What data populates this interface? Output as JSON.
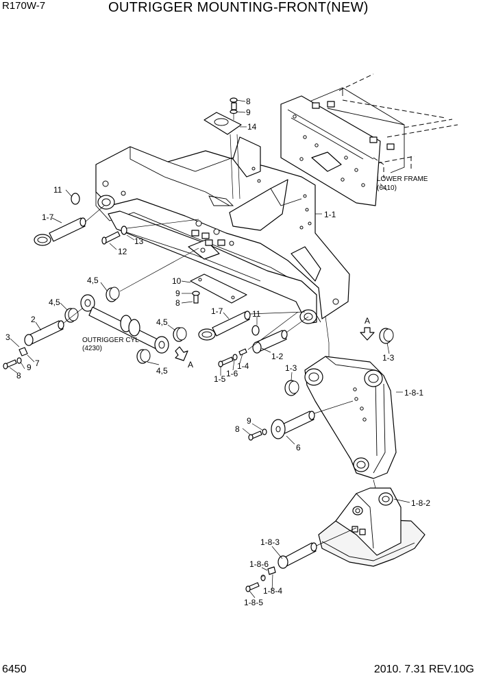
{
  "header": {
    "model": "R170W-7",
    "title": "OUTRIGGER MOUNTING-FRONT(NEW)"
  },
  "footer": {
    "page_number": "6450",
    "revision": "2010. 7.31  REV.10G"
  },
  "notes": {
    "lower_frame": "LOWER FRAME",
    "lower_frame_ref": "(6410)",
    "outrigger_cyl": "OUTRIGGER CYL",
    "outrigger_cyl_ref": "(4230)",
    "view_a": "A"
  },
  "callouts": {
    "c8_top": "8",
    "c9_top": "9",
    "c14": "14",
    "c11_left": "11",
    "c1_7_left": "1-7",
    "c13": "13",
    "c12": "12",
    "c1_1": "1-1",
    "c10": "10",
    "c9_mid": "9",
    "c8_mid": "8",
    "c4_5_a": "4,5",
    "c4_5_b": "4,5",
    "c4_5_c": "4,5",
    "c4_5_d": "4,5",
    "c2": "2",
    "c3": "3",
    "c7": "7",
    "c8_left": "8",
    "c9_left": "9",
    "c1_7_mid": "1-7",
    "c11_mid": "11",
    "c1_2": "1-2",
    "c1_4": "1-4",
    "c1_6": "1-6",
    "c1_5": "1-5",
    "c1_3_right": "1-3",
    "c1_3_left": "1-3",
    "c1_8_1": "1-8-1",
    "c9_low": "9",
    "c8_low": "8",
    "c6": "6",
    "c1_8_2": "1-8-2",
    "c1_8_3": "1-8-3",
    "c1_8_6": "1-8-6",
    "c1_8_4": "1-8-4",
    "c1_8_5": "1-8-5"
  }
}
